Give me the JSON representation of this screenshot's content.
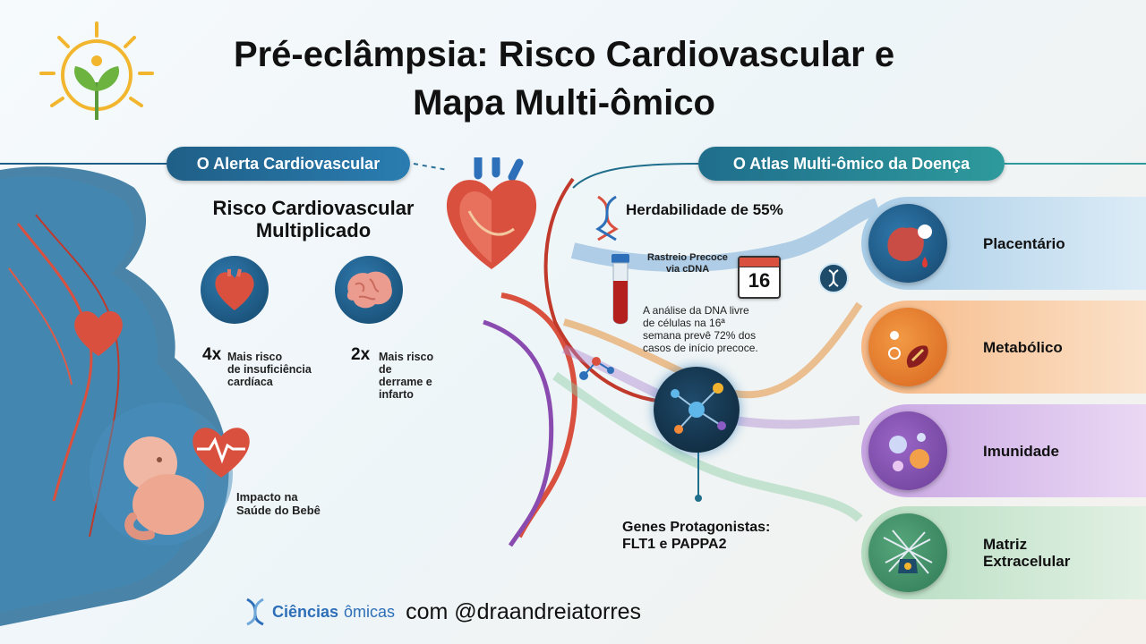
{
  "title": {
    "line1": "Pré-eclâmpsia: Risco Cardiovascular e",
    "line2": "Mapa  Multi-ômico"
  },
  "left": {
    "pill": "O Alerta Cardiovascular",
    "heading_line1": "Risco Cardiovascular",
    "heading_line2": "Multiplicado",
    "stat1": {
      "value": "4x",
      "text_lines": [
        "Mais risco",
        "de insuficiência",
        "cardíaca"
      ]
    },
    "stat2": {
      "value": "2x",
      "text_lines": [
        "Mais risco",
        "de",
        "derrame e",
        "infarto"
      ]
    },
    "baby_line1": "Impacto na",
    "baby_line2": "Saúde do Bebê"
  },
  "right": {
    "pill": "O Atlas Multi-ômico da Doença",
    "heritability": "Herdabilidade de 55%",
    "screening_line1": "Rastreio Precoce",
    "screening_line2": "via cDNA",
    "calendar_day": "16",
    "note_lines": [
      "A análise da DNA livre",
      "de células na 16ª",
      "semana prevê 72% dos",
      "casos de início precoce."
    ],
    "genes_line1": "Genes Protagonistas:",
    "genes_line2": "FLT1 e PAPPA2",
    "bands": [
      {
        "label": "Placentário"
      },
      {
        "label": "Metabólico"
      },
      {
        "label": "Imunidade"
      },
      {
        "label": "Matriz",
        "label2": "Extracelular"
      }
    ]
  },
  "footer": {
    "brand_bold": "Ciências",
    "brand_light": "ômicas",
    "handle": "com @draandreiatorres"
  },
  "colors": {
    "navy": "#1f5f87",
    "teal": "#2e9a9c",
    "heart_red": "#d9503f",
    "orange": "#f28a3a",
    "purple": "#9a66c6",
    "green": "#57a67a"
  }
}
